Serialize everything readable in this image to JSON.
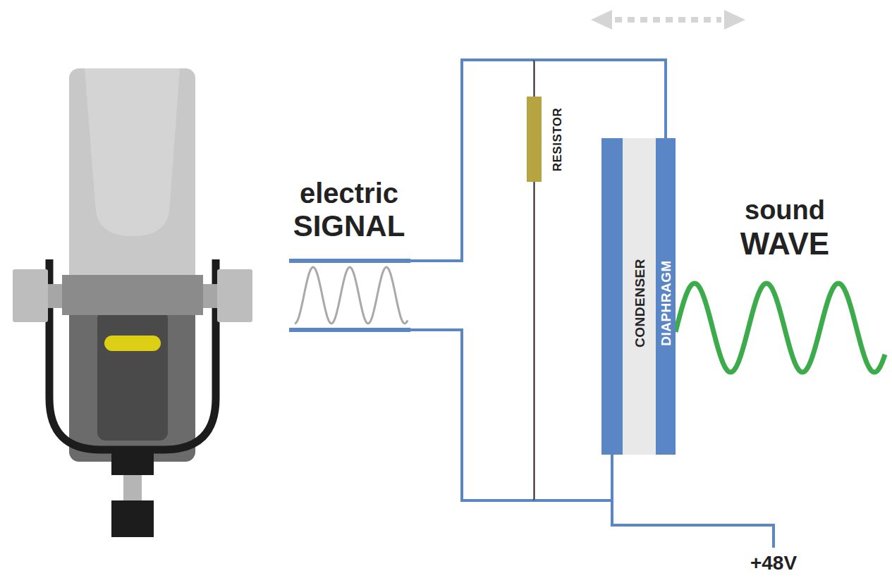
{
  "diagram": {
    "nodes": [
      {
        "text": [
          "RESISTOR"
        ]
      },
      {
        "text": [
          "CONDENSER"
        ]
      },
      {
        "text": [
          "DIAPHRAGM"
        ]
      }
    ],
    "edges": [
      {
        "from": 0,
        "to": 2,
        "arrow": "none"
      },
      {
        "from": 0,
        "to": 1,
        "arrow": "none"
      }
    ],
    "labels": [
      "electric",
      "SIGNAL",
      "sound",
      "WAVE",
      "+48V"
    ]
  }
}
